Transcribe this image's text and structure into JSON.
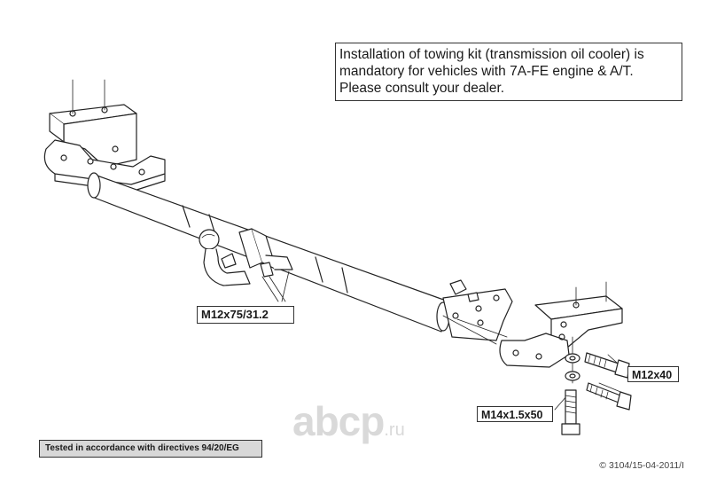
{
  "notice": {
    "lines": [
      "Installation of towing kit (transmission oil cooler) is",
      "mandatory for vehicles with 7A-FE engine & A/T.",
      "Please consult your dealer."
    ]
  },
  "labels": {
    "bolt_main": "M12x75/31.2",
    "bolt_side": "M12x40",
    "bolt_lower": "M14x1.5x50"
  },
  "footer": {
    "tested": "Tested in accordance with directives 94/20/EG",
    "copyright": "© 3104/15-04-2011/I"
  },
  "watermark": {
    "brand": "abcp",
    "tld": ".ru"
  }
}
